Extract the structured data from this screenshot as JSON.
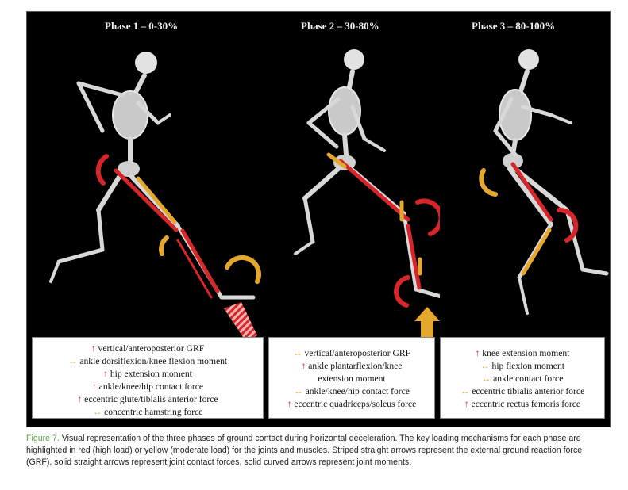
{
  "figure": {
    "phases": [
      {
        "title": "Phase 1 – 0-30%",
        "items": [
          {
            "arrow": "↑",
            "tone": "red",
            "text": "vertical/anteroposterior GRF"
          },
          {
            "arrow": "↔",
            "tone": "yellow",
            "text": "ankle dorsiflexion/knee flexion moment"
          },
          {
            "arrow": "↑",
            "tone": "red",
            "text": "hip extension moment"
          },
          {
            "arrow": "↑",
            "tone": "red",
            "text": "ankle/knee/hip contact force"
          },
          {
            "arrow": "↑",
            "tone": "red",
            "text": "eccentric glute/tibialis anterior force"
          },
          {
            "arrow": "↔",
            "tone": "yellow",
            "text": "concentric hamstring force"
          }
        ]
      },
      {
        "title": "Phase 2 – 30-80%",
        "items": [
          {
            "arrow": "↔",
            "tone": "yellow",
            "text": "vertical/anteroposterior GRF"
          },
          {
            "arrow": "↑",
            "tone": "red",
            "text": "ankle plantarflexion/knee"
          },
          {
            "arrow": "",
            "tone": "none",
            "text": "extension moment"
          },
          {
            "arrow": "↔",
            "tone": "yellow",
            "text": "ankle/knee/hip contact force"
          },
          {
            "arrow": "↑",
            "tone": "red",
            "text": "eccentric quadriceps/soleus force"
          }
        ]
      },
      {
        "title": "Phase 3 – 80-100%",
        "items": [
          {
            "arrow": "↑",
            "tone": "red",
            "text": "knee extension moment"
          },
          {
            "arrow": "↔",
            "tone": "yellow",
            "text": "hip flexion moment"
          },
          {
            "arrow": "↔",
            "tone": "yellow",
            "text": "ankle contact force"
          },
          {
            "arrow": "↔",
            "tone": "yellow",
            "text": "eccentric tibialis anterior force"
          },
          {
            "arrow": "↑",
            "tone": "red",
            "text": "eccentric rectus femoris force"
          }
        ]
      }
    ],
    "colors": {
      "high_load": "#d7262a",
      "moderate_load": "#e5a82f",
      "background": "#000000"
    }
  },
  "caption": {
    "label": "Figure 7.",
    "text": " Visual representation of the three phases of ground contact during horizontal deceleration. The key loading mechanisms for each phase are highlighted in red (high load) or yellow (moderate load) for the joints and muscles. Striped straight arrows represent the external ground reaction force (GRF), solid straight arrows represent joint contact forces, solid curved arrows represent joint moments."
  }
}
